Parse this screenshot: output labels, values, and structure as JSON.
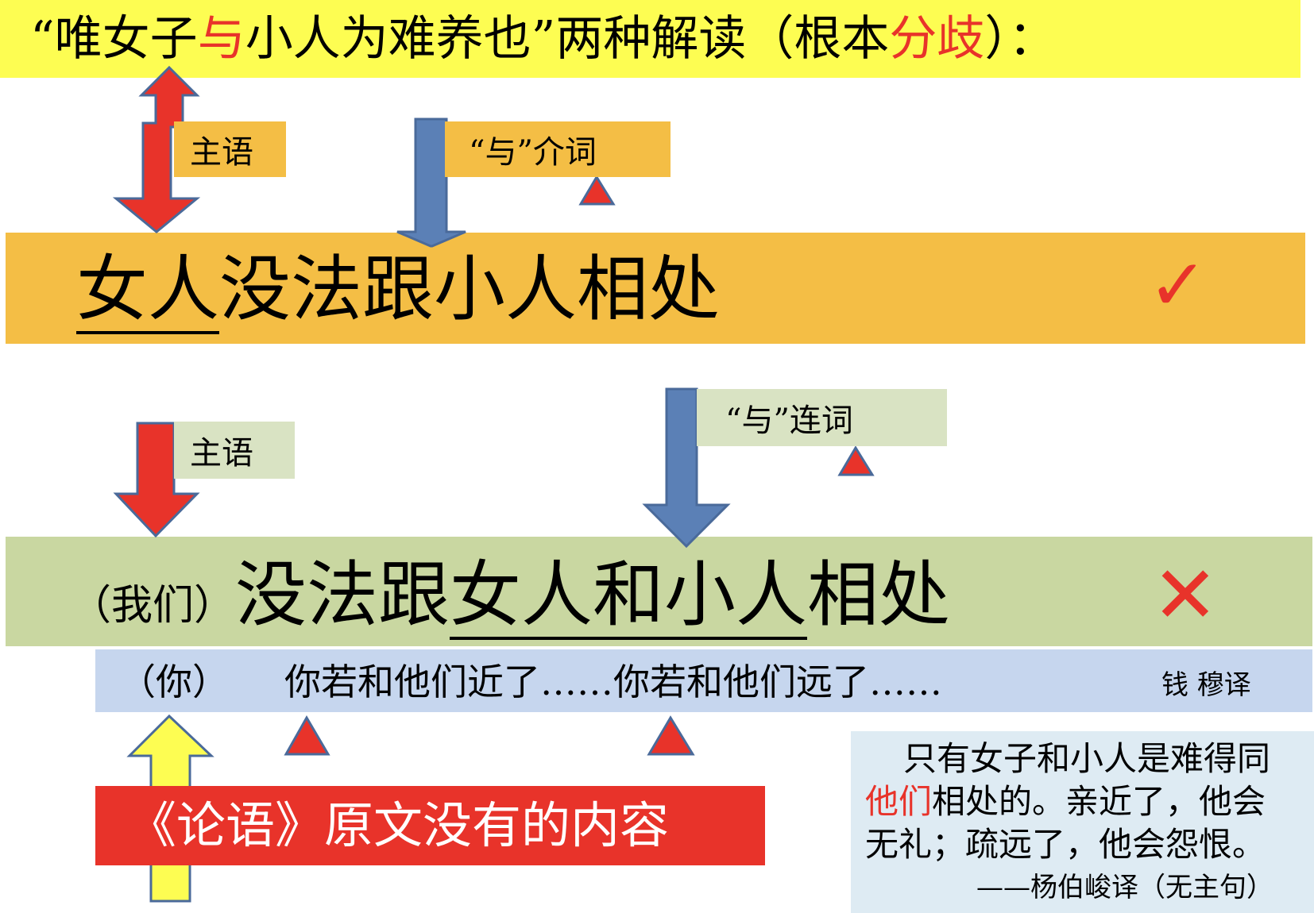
{
  "title": {
    "pre": "“唯女子",
    "red1": "与",
    "mid": "小人为难养也”两种解读（根本",
    "red2": "分歧",
    "post": "）："
  },
  "labels": {
    "subject1": "主语",
    "prep": "“与”介词",
    "subject2": "主语",
    "conj": "“与”连词"
  },
  "reading1": {
    "underlined": "女人",
    "rest": "没法跟小人相处",
    "mark": "✓"
  },
  "reading2": {
    "prefix": "（我们）",
    "pre": "没法跟",
    "underlined": "女人和小人",
    "post": "相处",
    "mark": "✕"
  },
  "qian": {
    "prefix": "（你）",
    "text": "你若和他们近了……你若和他们远了……",
    "translator": "钱 穆译"
  },
  "missing_note": "《论语》原文没有的内容",
  "yang": {
    "line1": "只有女子和小人是难得同",
    "red": "他们",
    "line2": "相处的。亲近了，他会",
    "line3": "无礼；疏远了，他会怨恨。",
    "attrib": "——杨伯峻译（无主句）"
  },
  "colors": {
    "accent_red": "#e8332a",
    "arrow_blue": "#5b80b6",
    "yellow": "#fdfd52",
    "orange": "#f4be45"
  }
}
